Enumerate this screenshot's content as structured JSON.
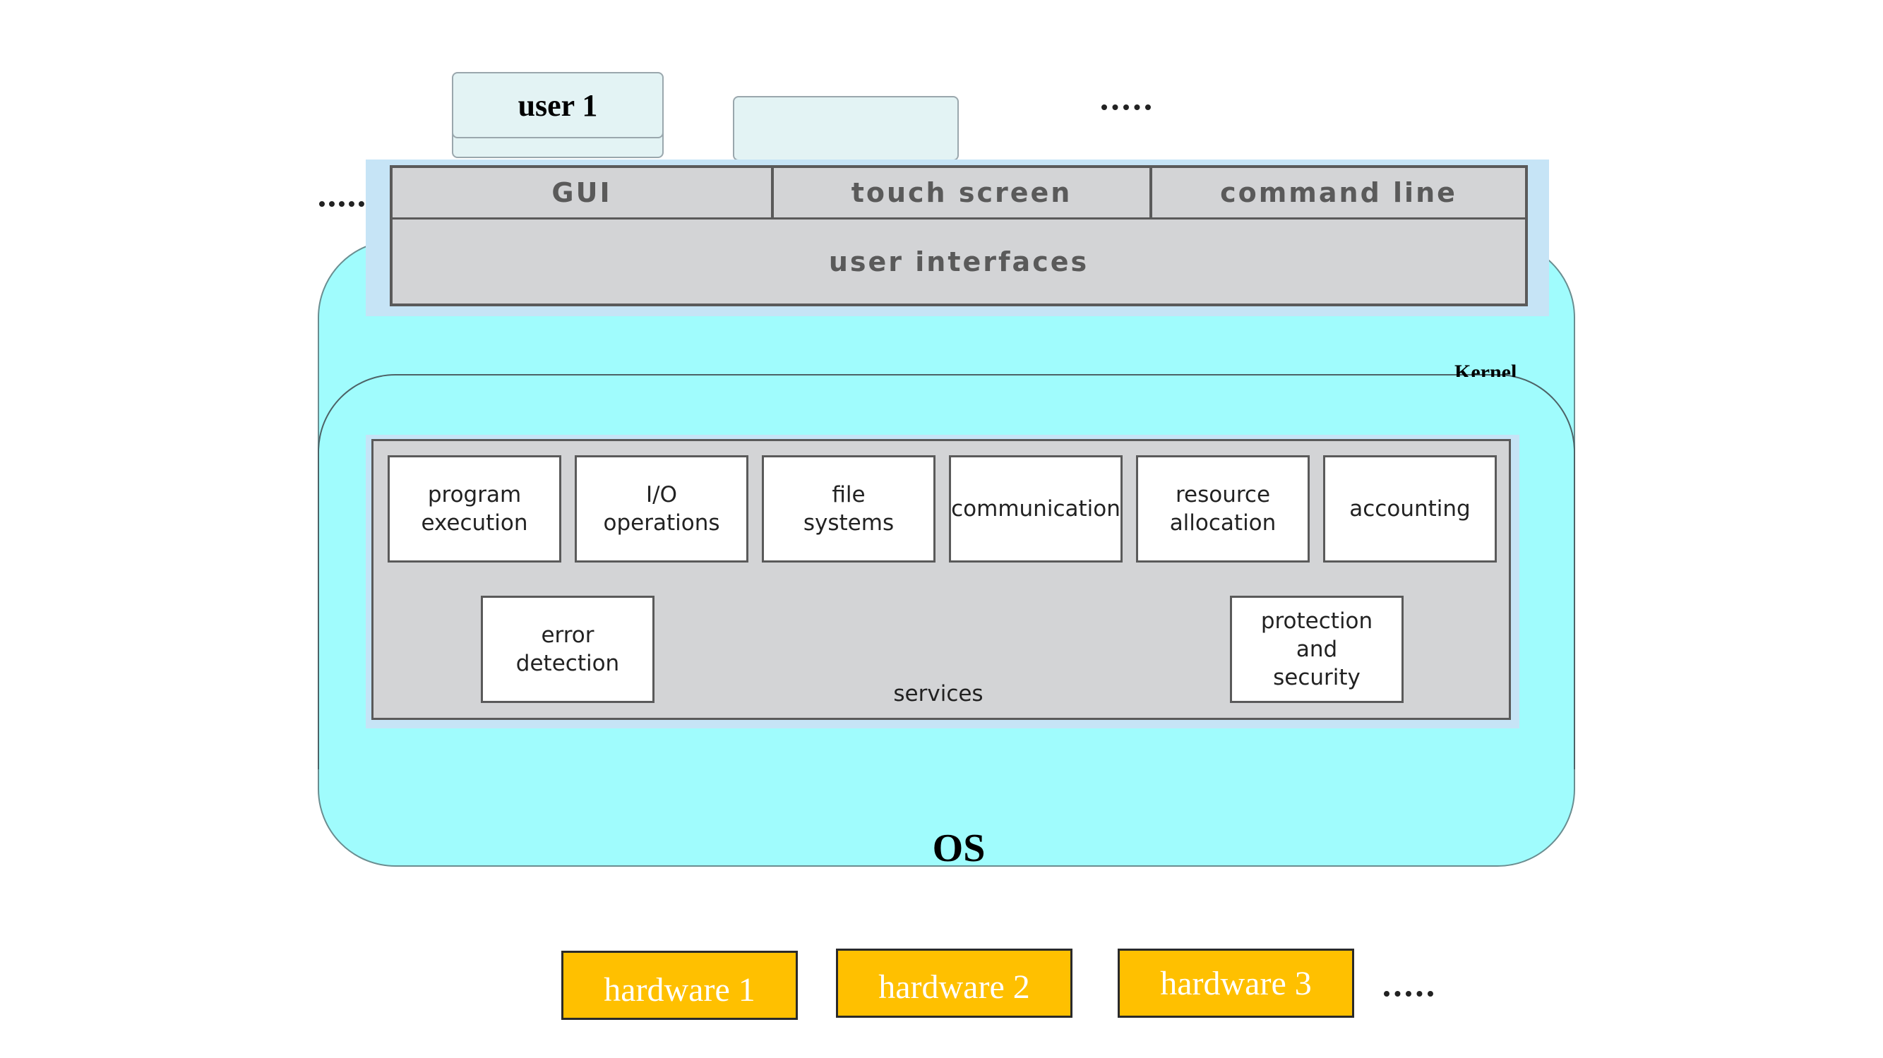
{
  "users": {
    "user1_label": "user 1"
  },
  "user_interfaces": {
    "gui": "GUI",
    "touch_screen": "touch screen",
    "command_line": "command line",
    "label": "user interfaces"
  },
  "os": {
    "kernel_label": "Kernel",
    "label": "OS"
  },
  "services": {
    "program_execution": "program\nexecution",
    "io_operations": "I/O\noperations",
    "file_systems": "file\nsystems",
    "communication": "communication",
    "resource_allocation": "resource\nallocation",
    "accounting": "accounting",
    "error_detection": "error\ndetection",
    "protection_security": "protection\nand\nsecurity",
    "label": "services"
  },
  "hardware": {
    "hw1": "hardware 1",
    "hw2": "hardware 2",
    "hw3": "hardware 3"
  }
}
